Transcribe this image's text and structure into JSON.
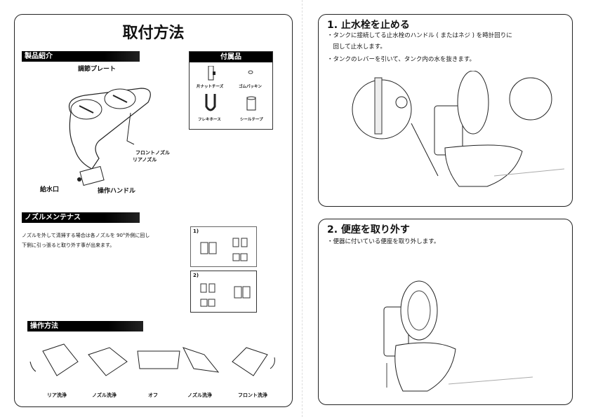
{
  "left": {
    "title": "取付方法",
    "product": {
      "header": "製品紹介",
      "labels": {
        "plate": "調節プレート",
        "front_nozzle": "フロントノズル",
        "rear_nozzle": "リアノズル",
        "inlet": "給水口",
        "handle": "操作ハンドル"
      }
    },
    "accessories": {
      "header": "付属品",
      "items": [
        "片ナットチーズ",
        "ゴムパッキン",
        "フレキホース",
        "シールテープ"
      ]
    },
    "nozzle": {
      "header": "ノズルメンテナス",
      "text_line1": "ノズルを外して清掃する場合は各ノズルを 90°外側に回し",
      "text_line2": "下側に引っ張ると取り外す事が出来ます。",
      "step1": "1)",
      "step2": "2)"
    },
    "operation": {
      "header": "操作方法",
      "positions": [
        "リア洗浄",
        "ノズル洗浄",
        "オフ",
        "ノズル洗浄",
        "フロント洗浄"
      ]
    }
  },
  "right": {
    "step1": {
      "title": "1. 止水栓を止める",
      "line1": "・タンクに接続してる止水栓のハンドル ( またはネジ ) を時計回りに",
      "line2": "　回して止水します。",
      "line3": "・タンクのレバーを引いて、タンク内の水を抜きます。"
    },
    "step2": {
      "title": "2. 便座を取り外す",
      "line1": "・便器に付いている便座を取り外します。"
    }
  }
}
